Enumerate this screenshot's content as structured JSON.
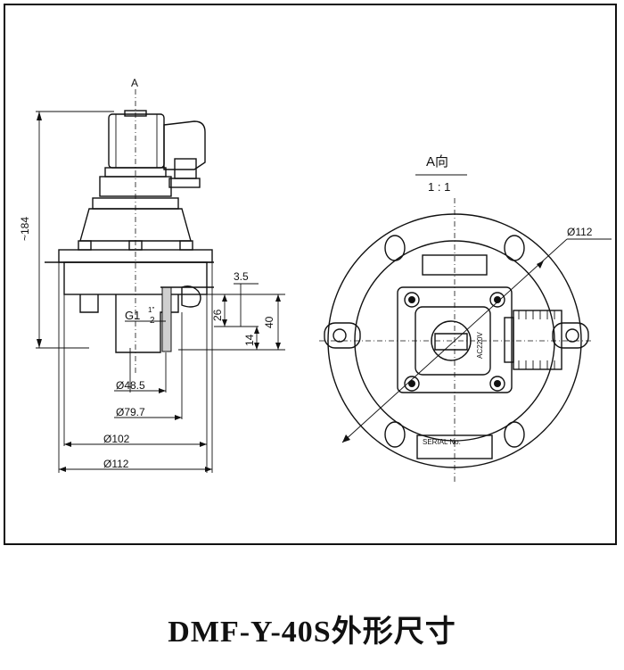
{
  "drawing": {
    "side_view": {
      "view_marker": "A",
      "height_label": "~184",
      "thread_label_main": "G1",
      "thread_label_frac": "1\"",
      "thread_label_den": "2",
      "dims": {
        "d48": "Ø48.5",
        "d79": "Ø79.7",
        "d102": "Ø102",
        "d112": "Ø112",
        "h35": "3.5",
        "h26": "26",
        "h40": "40",
        "h14": "14"
      }
    },
    "top_view": {
      "title": "A向",
      "scale": "1 : 1",
      "dia_label": "Ø112",
      "coil_label": "AC220V",
      "plate_label": "SERIAL No."
    },
    "caption": "DMF-Y-40S外形尺寸"
  }
}
